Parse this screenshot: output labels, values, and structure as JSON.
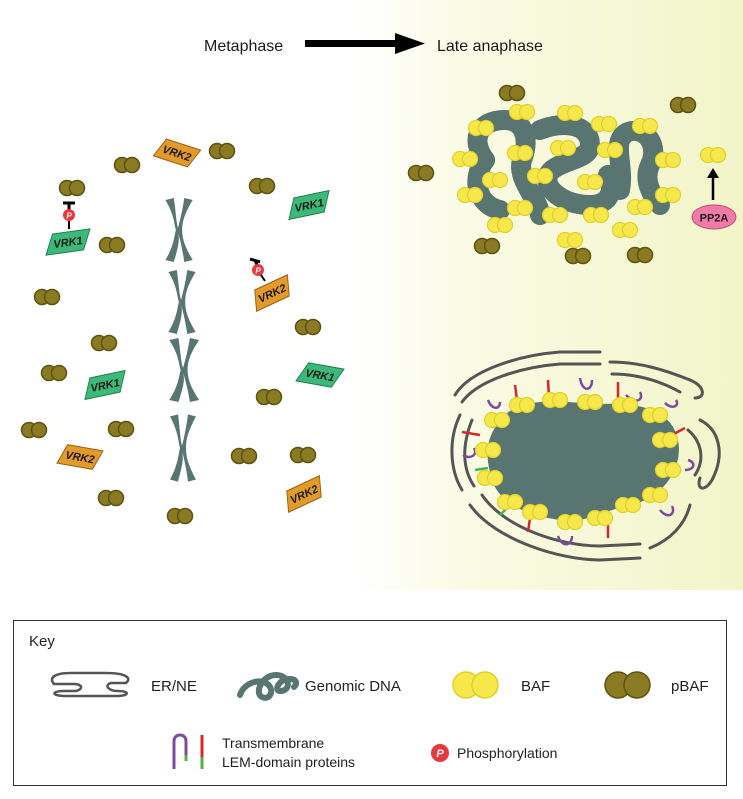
{
  "header": {
    "left_phase": "Metaphase",
    "right_phase": "Late anaphase"
  },
  "labels": {
    "vrk1": "VRK1",
    "vrk2": "VRK2",
    "pp2a": "PP2A",
    "phospho_symbol": "P"
  },
  "key": {
    "title": "Key",
    "er_ne": "ER/NE",
    "genomic_dna": "Genomic DNA",
    "baf": "BAF",
    "pbaf": "pBAF",
    "lem_line1": "Transmembrane",
    "lem_line2": "LEM-domain proteins",
    "phosphorylation": "Phosphorylation"
  },
  "colors": {
    "chromatin": "#587571",
    "baf": "#f6e84a",
    "baf_stroke": "#e2cf2a",
    "pbaf": "#8a7a22",
    "pbaf_stroke": "#5e5212",
    "vrk1": "#3cb878",
    "vrk2": "#e29a2a",
    "pp2a": "#f07aa8",
    "phospho": "#e8373d",
    "lem_purple": "#7d4aa2",
    "lem_red": "#d8262c",
    "lem_green": "#4cb34a",
    "background_gradient_end": "#f2f5c8"
  }
}
